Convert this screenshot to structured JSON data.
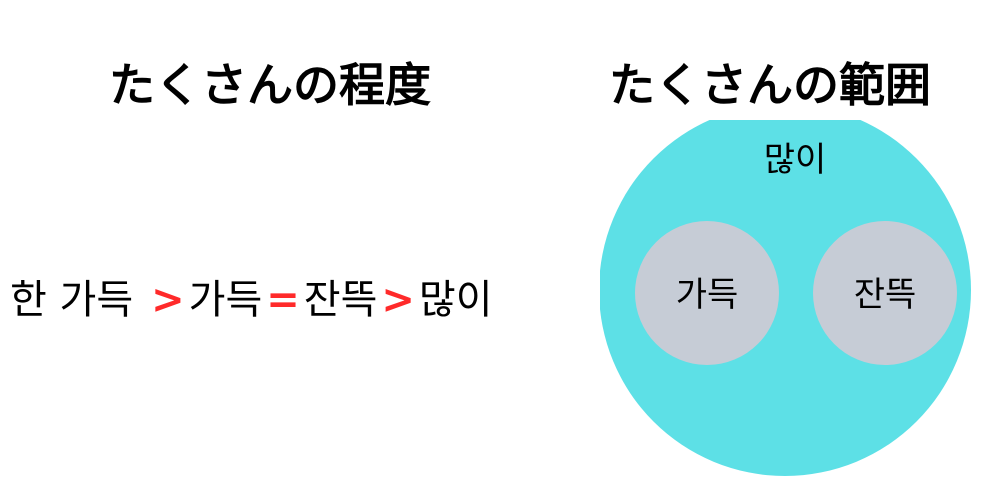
{
  "headings": {
    "left": "たくさんの程度",
    "right": "たくさんの範囲"
  },
  "scale": {
    "items": [
      {
        "word": "한 가득"
      },
      {
        "op": ">"
      },
      {
        "word": "가득"
      },
      {
        "op": "="
      },
      {
        "word": "잔뜩"
      },
      {
        "op": ">"
      },
      {
        "word": "많이"
      }
    ],
    "operator_color": "#ff2a2a"
  },
  "venn": {
    "outer": {
      "label": "많이",
      "color": "#5de0e6"
    },
    "inner": [
      {
        "label": "가득",
        "color": "#c6ccd6"
      },
      {
        "label": "잔뜩",
        "color": "#c6ccd6"
      }
    ]
  }
}
